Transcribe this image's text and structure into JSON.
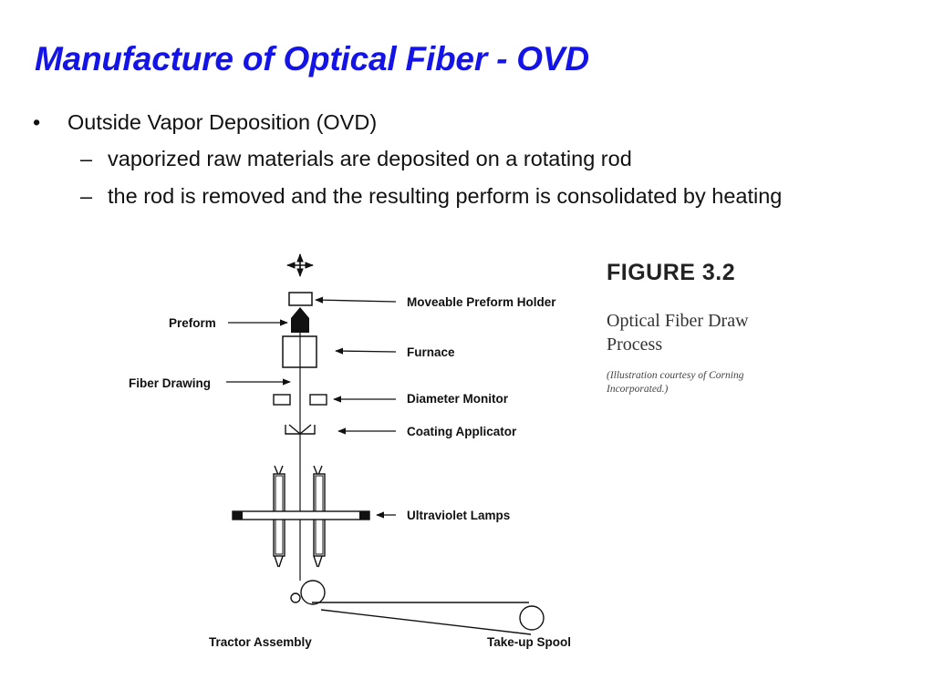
{
  "slide": {
    "title": "Manufacture of Optical Fiber - OVD",
    "accent_color": "#1414e6"
  },
  "bullets": [
    {
      "text": "Outside Vapor Deposition (OVD)",
      "marker": "•",
      "sub": [
        {
          "marker": "–",
          "text": "vaporized raw materials are deposited on a rotating rod"
        },
        {
          "marker": "–",
          "text": "the rod is removed and the resulting perform is consolidated by heating"
        }
      ]
    }
  ],
  "figure": {
    "number": "FIGURE 3.2",
    "title": "Optical Fiber Draw Process",
    "credit": "(Illustration courtesy of Corning Incorporated.)",
    "labels": {
      "holder": "Moveable Preform Holder",
      "preform": "Preform",
      "furnace": "Furnace",
      "fiber_drawing": "Fiber Drawing",
      "diameter_monitor": "Diameter Monitor",
      "coating_applicator": "Coating Applicator",
      "uv_lamps": "Ultraviolet Lamps",
      "tractor": "Tractor Assembly",
      "spool": "Take-up Spool"
    }
  }
}
